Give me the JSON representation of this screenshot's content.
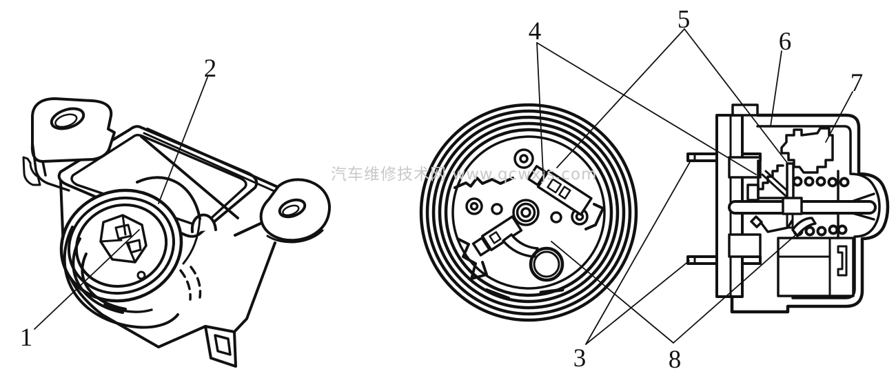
{
  "figure": {
    "background_color": "#ffffff",
    "line_color": "#111111",
    "watermark": {
      "text": "汽车维修技术网 www.qcwxjs.com",
      "color": "#c9c9c9"
    },
    "views": [
      {
        "name": "perspective-view",
        "description": "flasher relay exterior with mounting bracket, coil and socket"
      },
      {
        "name": "front-view",
        "description": "flasher internal mechanism, front view with contact plate"
      },
      {
        "name": "section-view",
        "description": "flasher cross-section with terminals, coil and contacts"
      }
    ],
    "callouts": [
      {
        "label": "1"
      },
      {
        "label": "2"
      },
      {
        "label": "3"
      },
      {
        "label": "4"
      },
      {
        "label": "5"
      },
      {
        "label": "6"
      },
      {
        "label": "7"
      },
      {
        "label": "8"
      }
    ]
  }
}
